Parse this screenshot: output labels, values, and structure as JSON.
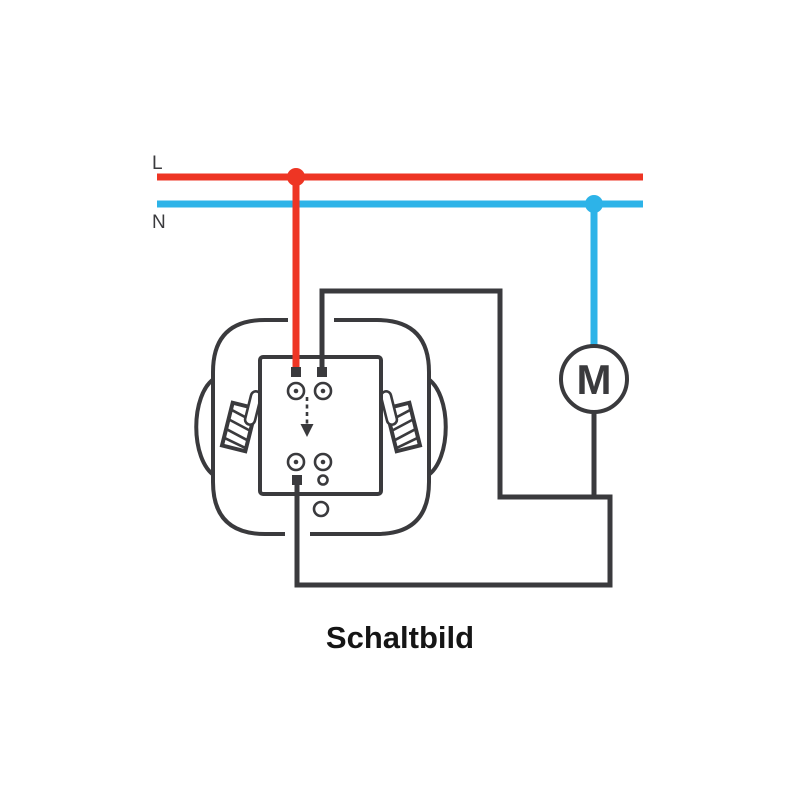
{
  "diagram": {
    "title": "Schaltbild",
    "supply": {
      "phase_label": "L",
      "neutral_label": "N"
    },
    "motor_label": "M",
    "components": [
      "phase-line",
      "neutral-line",
      "switch-insert",
      "motor"
    ]
  },
  "colors": {
    "phase_red": "#ee3524",
    "neutral_blue": "#2db3e8",
    "wire_dark": "#3a3a3d",
    "text_dark": "#151515",
    "background": "#ffffff"
  }
}
